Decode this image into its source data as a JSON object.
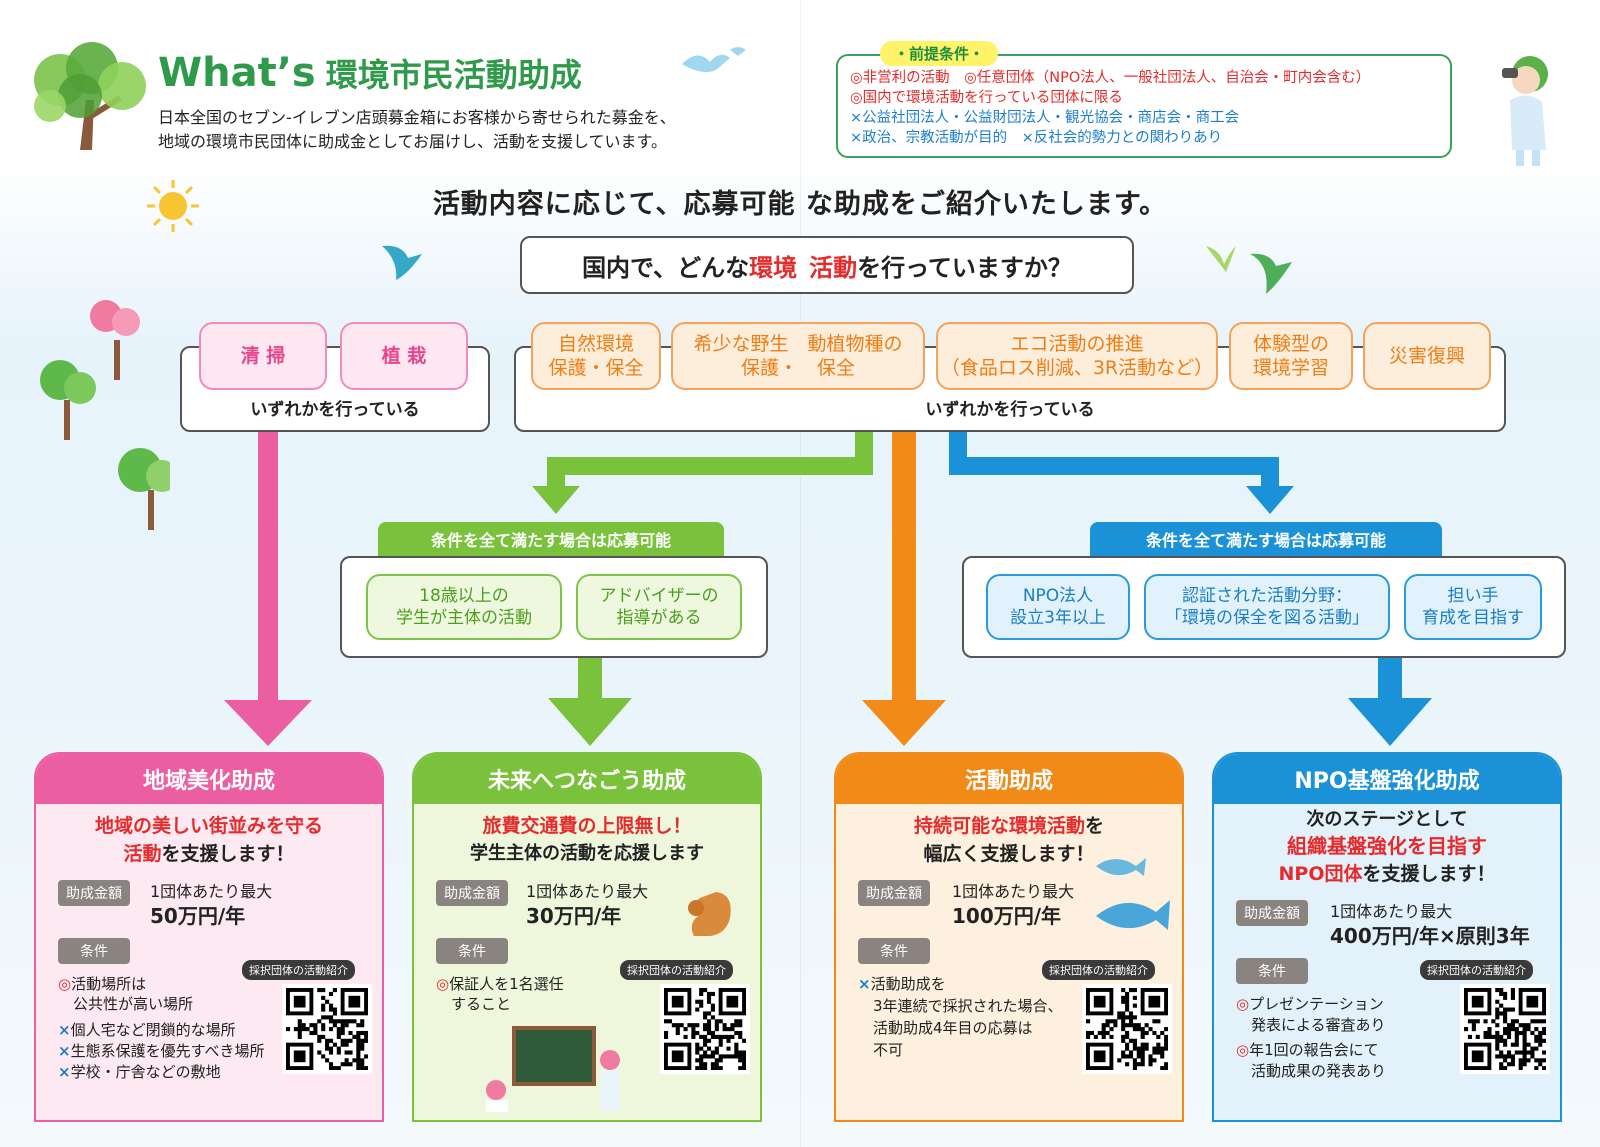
{
  "header": {
    "title_en": "What’s",
    "title_ja": "環境市民活動助成",
    "intro_line1": "日本全国のセブン-イレブン店頭募金箱にお客様から寄せられた募金を、",
    "intro_line2": "地域の環境市民団体に助成金としてお届けし、活動を支援しています。"
  },
  "premise": {
    "tag": "・前提条件・",
    "line1": "◎非営利の活動　◎任意団体（NPO法人、一般社団法人、自治会・町内会含む）",
    "line2": "◎国内で環境活動を行っている団体に限る",
    "line3": "×公益社団法人・公益財団法人・観光協会・商店会・商工会",
    "line4": "×政治、宗教活動が目的　×反社会的勢力との関わりあり"
  },
  "headline": "活動内容に応じて、応募可能 な助成をご紹介いたします。",
  "question": {
    "pre": "国内で、どんな",
    "hl1": "環境",
    "hl2": "活動",
    "post": "を行っていますか？"
  },
  "left_group": {
    "items": [
      "清 掃",
      "植 栽"
    ],
    "footer": "いずれかを行っている"
  },
  "right_group": {
    "items": [
      [
        "自然環境",
        "保護・保全"
      ],
      [
        "希少な野生　動植物種の",
        "保護・　保全"
      ],
      [
        "エコ活動の推進",
        "（食品ロス削減、3R活動など）"
      ],
      [
        "体験型の",
        "環境学習"
      ],
      [
        "災害復興"
      ]
    ],
    "footer": "いずれかを行っている"
  },
  "green_cond": {
    "tag": "条件を全て満たす場合は応募可能",
    "items": [
      [
        "18歳以上の",
        "学生が主体の活動"
      ],
      [
        "アドバイザーの",
        "指導がある"
      ]
    ]
  },
  "blue_cond": {
    "tag": "条件を全て満たす場合は応募可能",
    "items": [
      [
        "NPO法人",
        "設立3年以上"
      ],
      [
        "認証された活動分野：",
        "「環境の保全を図る活動」"
      ],
      [
        "担い手",
        "育成を目指す"
      ]
    ]
  },
  "colors": {
    "pink": "#ec5ea2",
    "green": "#7ac13c",
    "orange": "#f28a18",
    "blue": "#1b92d8",
    "red": "#e52b2b"
  },
  "cards": [
    {
      "title": "地域美化助成",
      "tag_l1_red": "地域の美しい街並みを守る",
      "tag_l2_red": "活動",
      "tag_l2_black": "を支援します！",
      "amount_chip": "助成金額",
      "amount_label": "1団体あたり最大",
      "amount": "50万円/年",
      "cond_chip": "条件",
      "qr_label": "採択団体の活動紹介",
      "conditions": [
        "◎活動場所は",
        "　公共性が高い場所",
        "×個人宅など閉鎖的な場所",
        "×生態系保護を優先すべき場所",
        "×学校・庁舎などの敷地"
      ]
    },
    {
      "title": "未来へつなごう助成",
      "tag_l1_red": "旅費交通費の上限無し！",
      "tag_l2_red": "",
      "tag_l2_black": "学生主体の活動を応援します",
      "amount_chip": "助成金額",
      "amount_label": "1団体あたり最大",
      "amount": "30万円/年",
      "cond_chip": "条件",
      "qr_label": "採択団体の活動紹介",
      "conditions": [
        "◎保証人を1名選任",
        "　すること"
      ]
    },
    {
      "title": "活動助成",
      "tag_l1_red": "持続可能な環境活動",
      "tag_l1_black": "を",
      "tag_l2_red": "",
      "tag_l2_black": "幅広く支援します！",
      "amount_chip": "助成金額",
      "amount_label": "1団体あたり最大",
      "amount": "100万円/年",
      "cond_chip": "条件",
      "qr_label": "採択団体の活動紹介",
      "conditions": [
        "×活動助成を",
        "　3年連続で採択された場合、",
        "　活動助成4年目の応募は",
        "　不可"
      ]
    },
    {
      "title": "NPO基盤強化助成",
      "tag_l0_black": "次のステージとして",
      "tag_l1_red": "組織基盤強化を目指す",
      "tag_l2_red": "NPO団体",
      "tag_l2_black": "を支援します！",
      "amount_chip": "助成金額",
      "amount_label": "1団体あたり最大",
      "amount": "400万円/年×原則3年",
      "cond_chip": "条件",
      "qr_label": "採択団体の活動紹介",
      "conditions": [
        "◎プレゼンテーション",
        "　発表による審査あり",
        "◎年1回の報告会にて",
        "　活動成果の発表あり"
      ]
    }
  ]
}
